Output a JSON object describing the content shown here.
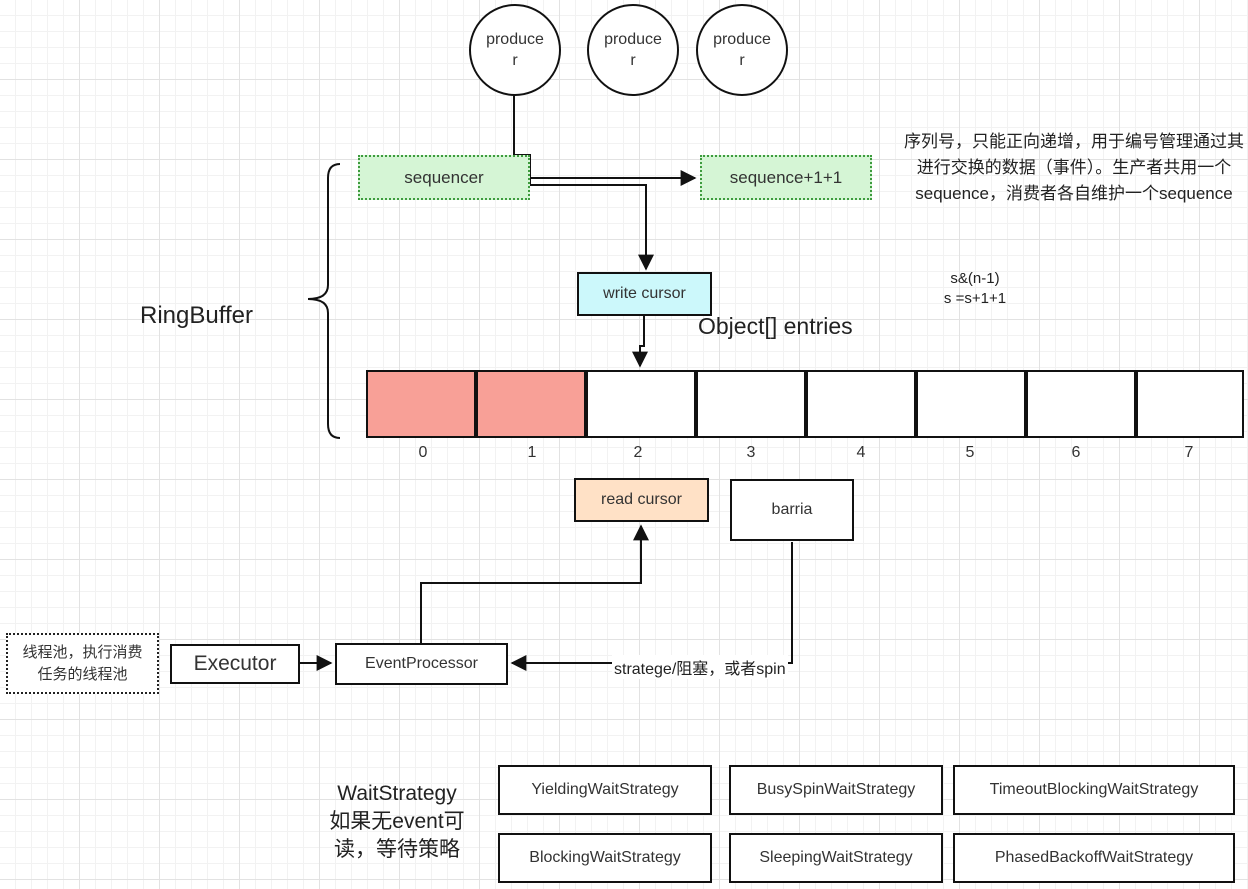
{
  "producers": [
    "producer",
    "producer",
    "producer"
  ],
  "sequencer": {
    "label": "sequencer",
    "next_label": "sequence+1+1"
  },
  "sequence_note": "序列号，只能正向递增，用于编号管理通过其进行交换的数据（事件）。生产者共用一个sequence，消费者各自维护一个sequence",
  "write_cursor": "write cursor",
  "formula": {
    "line1": "s&(n-1)",
    "line2": "s =s+1+1"
  },
  "entries_label": "Object[] entries",
  "ringbuffer_label": "RingBuffer",
  "entries": [
    {
      "index": "0",
      "filled": true
    },
    {
      "index": "1",
      "filled": true
    },
    {
      "index": "2",
      "filled": false
    },
    {
      "index": "3",
      "filled": false
    },
    {
      "index": "4",
      "filled": false
    },
    {
      "index": "5",
      "filled": false
    },
    {
      "index": "6",
      "filled": false
    },
    {
      "index": "7",
      "filled": false
    }
  ],
  "read_cursor": "read cursor",
  "barria": "barria",
  "thread_pool_note": "线程池，执行消费任务的线程池",
  "executor": "Executor",
  "event_processor": "EventProcessor",
  "strategy_label": "stratege/阻塞，或者spin",
  "wait_strategy": {
    "title": "WaitStrategy",
    "desc": "如果无event可读，等待策略",
    "items": [
      "YieldingWaitStrategy",
      "BusySpinWaitStrategy",
      "TimeoutBlockingWaitStrategy",
      "BlockingWaitStrategy",
      "SleepingWaitStrategy",
      "PhasedBackoffWaitStrategy"
    ]
  },
  "colors": {
    "filled_cell": "#f8a097",
    "sequencer_fill": "#d5f5d5",
    "write_cursor_fill": "#ccf8fb",
    "read_cursor_fill": "#ffe1c6"
  }
}
